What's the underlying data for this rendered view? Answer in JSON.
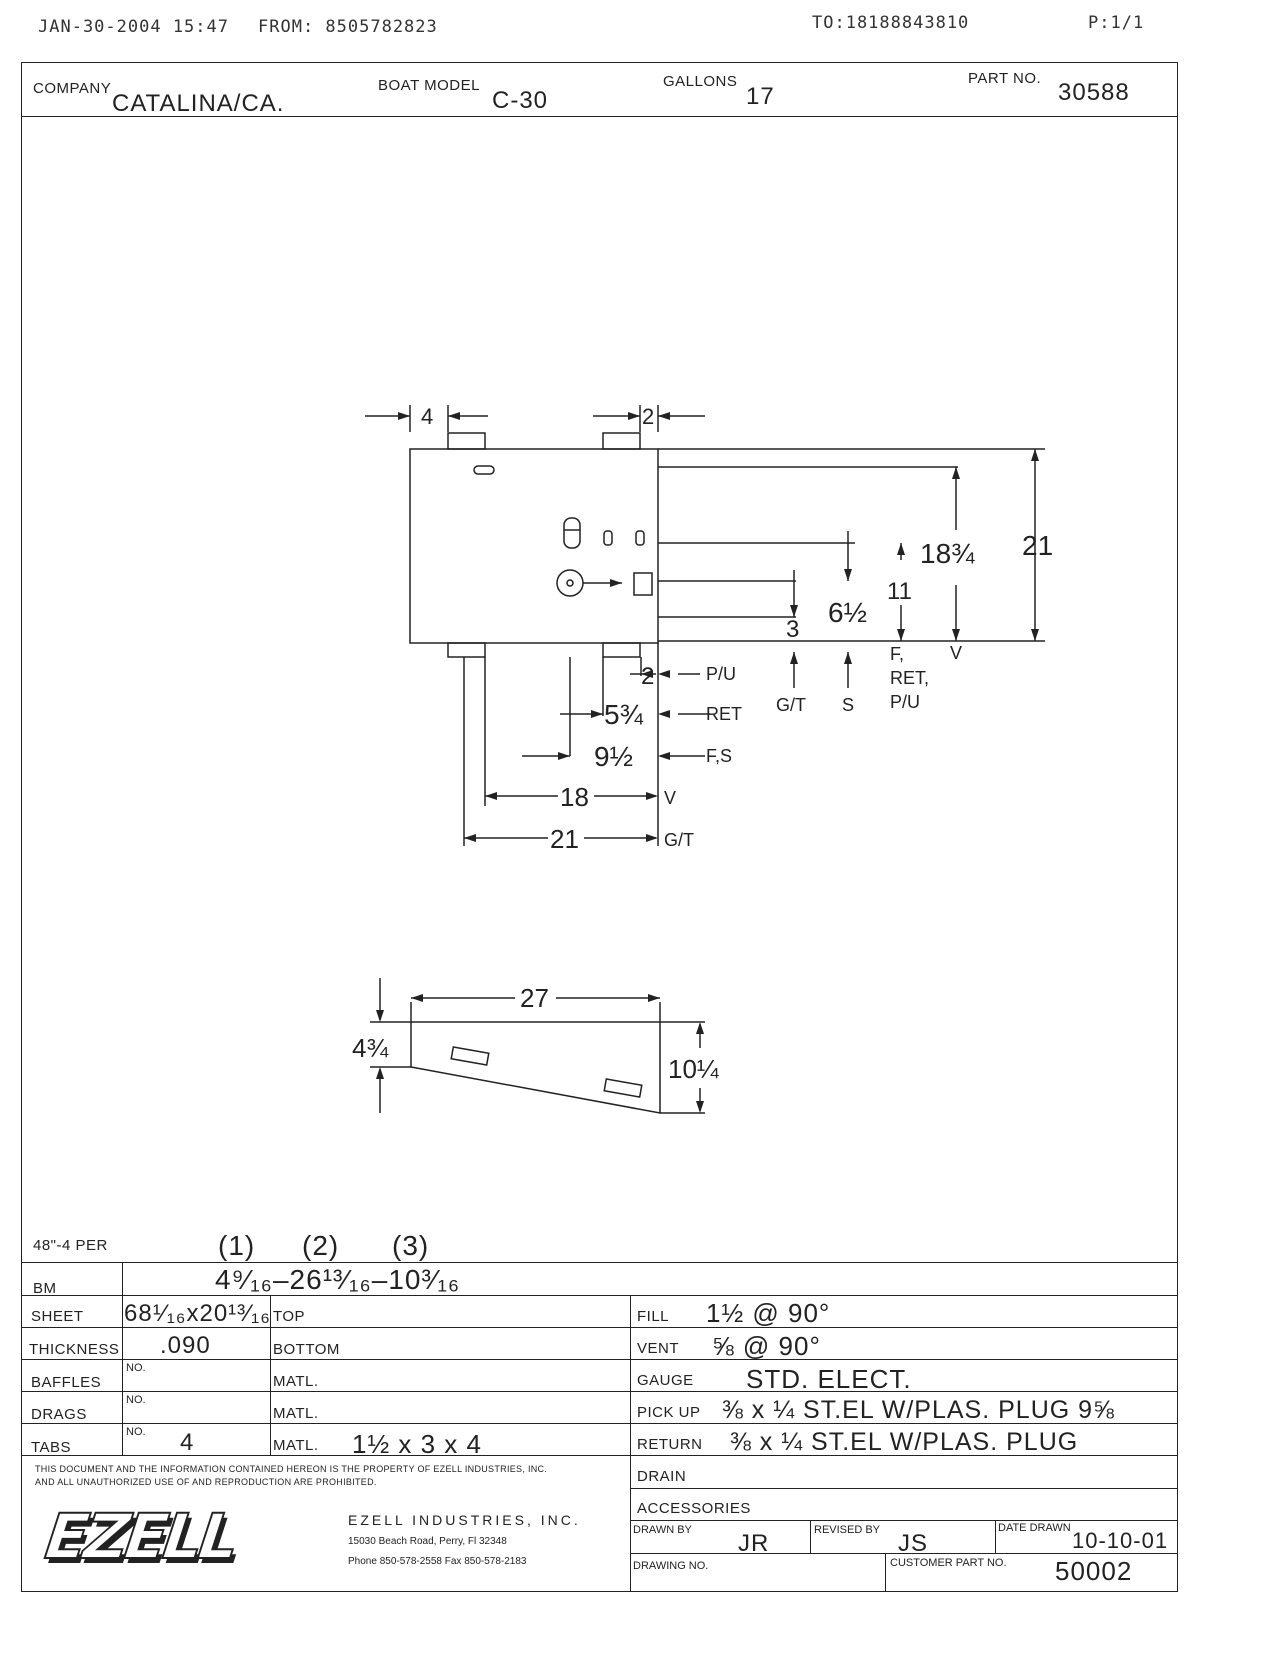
{
  "fax_header": {
    "date": "JAN-30-2004 15:47",
    "from": "FROM: 8505782823",
    "to": "TO:18188843810",
    "page": "P:1/1"
  },
  "title_block": {
    "company_label": "COMPANY",
    "company": "CATALINA/CA.",
    "boat_model_label": "BOAT MODEL",
    "boat_model": "C-30",
    "gallons_label": "GALLONS",
    "gallons": "17",
    "part_no_label": "PART NO.",
    "part_no": "30588"
  },
  "plan_view": {
    "dim_tab_width": "4",
    "dim_tab_2": "2",
    "dim_18_3_4": "18¾",
    "dim_21": "21",
    "dim_11": "11",
    "dim_6_1_2": "6½",
    "dim_3": "3",
    "lbl_v_right": "V",
    "lbl_f": "F,",
    "lbl_ret": "RET,",
    "lbl_pu": "P/U",
    "lbl_gt": "G/T",
    "lbl_s": "S",
    "dim_2_bottom": "2",
    "dim_5_3_4": "5¾",
    "dim_9_1_2": "9½",
    "dim_18": "18",
    "dim_21_bottom": "21",
    "lbl_pu_bottom": "P/U",
    "lbl_ret_bottom": "RET",
    "lbl_fs": "F,S",
    "lbl_v_bottom": "V",
    "lbl_gt_bottom": "G/T"
  },
  "side_view": {
    "dim_length": "27",
    "dim_short_height": "4¾",
    "dim_tall_height": "10¼"
  },
  "spec": {
    "per_note": "48\"-4 PER",
    "col1": "(1)",
    "col2": "(2)",
    "col3": "(3)",
    "bm_label": "BM",
    "bm_value": "4⁹⁄₁₆–26¹³⁄₁₆–10³⁄₁₆",
    "sheet_label": "SHEET",
    "sheet_value": "68¹⁄₁₆x20¹³⁄₁₆",
    "top_label": "TOP",
    "thickness_label": "THICKNESS",
    "thickness_value": ".090",
    "bottom_label": "BOTTOM",
    "baffles_label": "BAFFLES",
    "baffles_no_label": "NO.",
    "baffles_matl_label": "MATL.",
    "drags_label": "DRAGS",
    "drags_no_label": "NO.",
    "drags_matl_label": "MATL.",
    "tabs_label": "TABS",
    "tabs_no_label": "NO.",
    "tabs_no_value": "4",
    "tabs_matl_label": "MATL.",
    "tabs_matl_value": "1½ x 3 x 4",
    "fill_label": "FILL",
    "fill_value": "1½ @ 90°",
    "vent_label": "VENT",
    "vent_value": "⅝ @ 90°",
    "gauge_label": "GAUGE",
    "gauge_value": "STD. ELECT.",
    "pickup_label": "PICK UP",
    "pickup_value": "⅜ x ¼ ST.EL W/PLAS. PLUG 9⅝",
    "return_label": "RETURN",
    "return_value": "⅜ x ¼ ST.EL W/PLAS. PLUG",
    "drain_label": "DRAIN",
    "accessories_label": "ACCESSORIES",
    "notice_line1": "THIS DOCUMENT AND THE INFORMATION CONTAINED HEREON IS THE PROPERTY OF EZELL INDUSTRIES, INC.",
    "notice_line2": "AND ALL UNAUTHORIZED USE OF AND REPRODUCTION ARE PROHIBITED."
  },
  "footer": {
    "logo": "EZELL",
    "company_name": "EZELL INDUSTRIES, INC.",
    "address": "15030 Beach Road, Perry, Fl 32348",
    "phone": "Phone 850-578-2558 Fax 850-578-2183",
    "drawn_by_label": "DRAWN BY",
    "drawn_by": "JR",
    "revised_by_label": "REVISED BY",
    "revised_by": "JS",
    "date_drawn_label": "DATE DRAWN",
    "date_drawn": "10-10-01",
    "drawing_no_label": "DRAWING NO.",
    "customer_part_no_label": "CUSTOMER PART NO.",
    "customer_part_no": "50002"
  }
}
